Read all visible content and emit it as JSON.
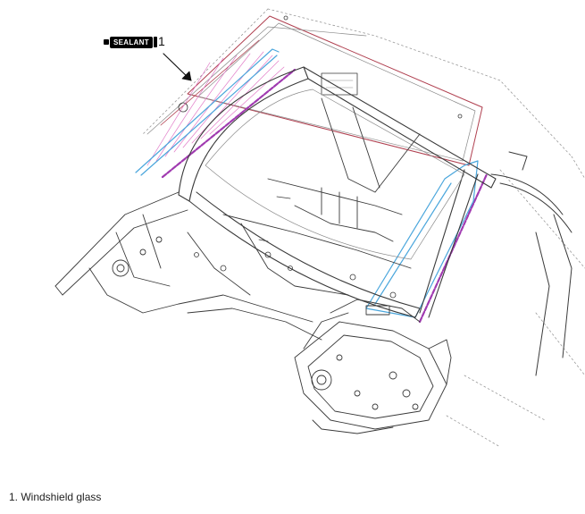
{
  "figure": {
    "sealant_label": "SEALANT",
    "callout_number": "1",
    "colors": {
      "line": "#3a3a3a",
      "light_line": "#8a8a8a",
      "dash_line": "#9a9a9a",
      "red_line": "#b04050",
      "pink_line": "#e27cc8",
      "sealant_bead": "#a03ab0",
      "blue_guide": "#4aa6dc",
      "background": "#ffffff"
    },
    "icons": [
      "sealant-tube-icon",
      "callout-arrow"
    ]
  },
  "caption": {
    "text": "1. Windshield glass"
  }
}
